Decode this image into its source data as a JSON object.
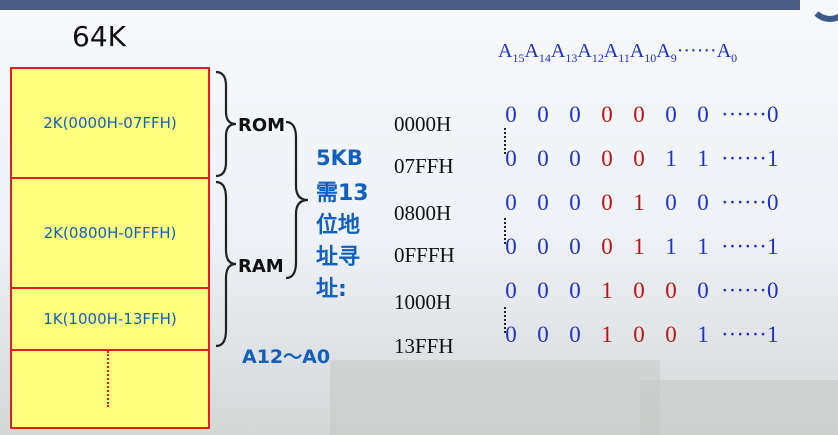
{
  "title": "64K",
  "segments": {
    "rom": "2K(0000H-07FFH)",
    "ram2k": "2K(0800H-0FFFH)",
    "ram1k": "1K(1000H-13FFH)"
  },
  "labels": {
    "rom": "ROM",
    "ram": "RAM",
    "kb": "5KB",
    "need_lines": [
      "需13",
      "位地",
      "址寻",
      "址:"
    ],
    "range": "A12～A0"
  },
  "header": [
    "A15",
    "A14",
    "A13",
    "A12",
    "A11",
    "A10",
    "A9",
    "······",
    "A0"
  ],
  "addresses": [
    "0000H",
    "07FFH",
    "0800H",
    "0FFFH",
    "1000H",
    "13FFH"
  ],
  "rows": [
    {
      "bits": [
        "0",
        "0",
        "0",
        "0",
        "0",
        "0",
        "0"
      ],
      "hl": [
        3,
        4
      ],
      "tail": "······0"
    },
    {
      "bits": [
        "0",
        "0",
        "0",
        "0",
        "0",
        "1",
        "1"
      ],
      "hl": [
        3,
        4
      ],
      "tail": "······1"
    },
    {
      "bits": [
        "0",
        "0",
        "0",
        "0",
        "1",
        "0",
        "0"
      ],
      "hl": [
        3,
        4
      ],
      "tail": "······0"
    },
    {
      "bits": [
        "0",
        "0",
        "0",
        "0",
        "1",
        "1",
        "1"
      ],
      "hl": [
        3,
        4
      ],
      "tail": "······1"
    },
    {
      "bits": [
        "0",
        "0",
        "0",
        "1",
        "0",
        "0",
        "0"
      ],
      "hl": [
        3,
        4,
        5
      ],
      "tail": "······0"
    },
    {
      "bits": [
        "0",
        "0",
        "0",
        "1",
        "0",
        "0",
        "1"
      ],
      "hl": [
        3,
        4,
        5
      ],
      "tail": "······1"
    }
  ],
  "colors": {
    "accent": "#1060c0",
    "red": "#e02020",
    "blue": "#2030d0",
    "fill": "#ffff7f"
  }
}
